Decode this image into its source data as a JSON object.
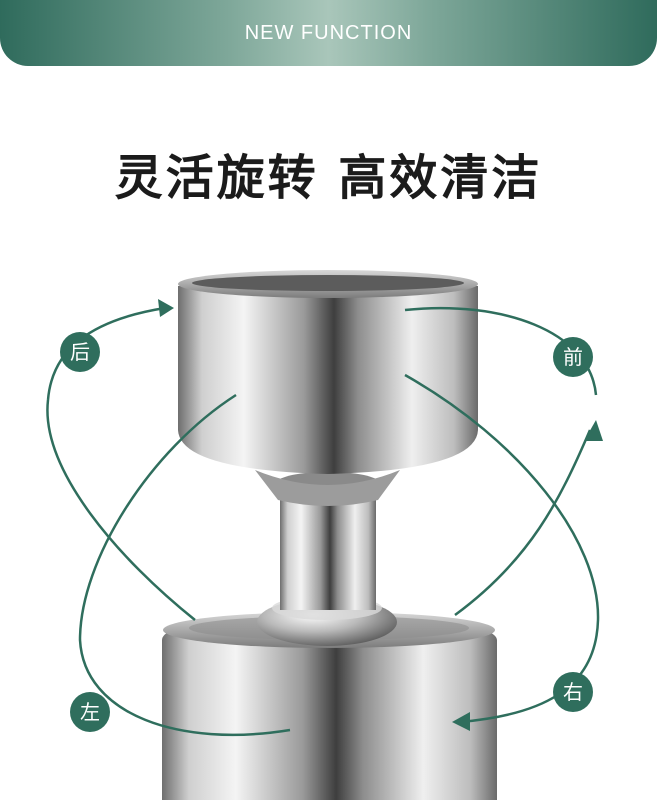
{
  "banner": {
    "title": "NEW FUNCTION"
  },
  "headline": "灵活旋转  高效清洁",
  "direction_labels": {
    "back": "后",
    "front": "前",
    "left": "左",
    "right": "右"
  },
  "colors": {
    "accent": "#2f6e5d",
    "banner_dark": "#2f6b5c",
    "banner_light": "#a9c6ba",
    "text": "#1b1b1b"
  }
}
